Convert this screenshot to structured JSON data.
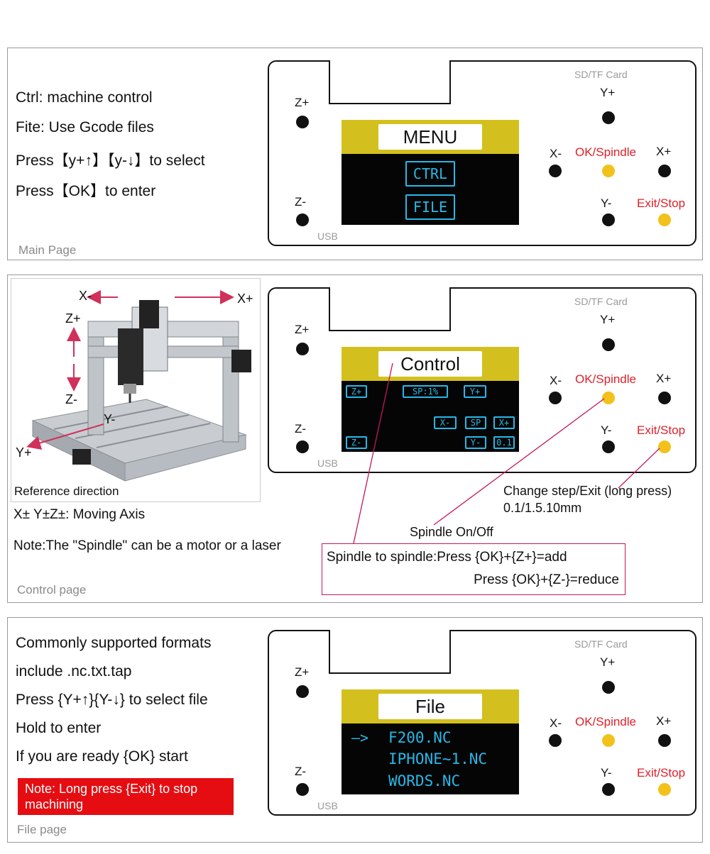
{
  "panel_labels": {
    "sd_card": "SD/TF Card",
    "usb": "USB",
    "z_plus": "Z+",
    "z_minus": "Z-",
    "y_plus": "Y+",
    "y_minus": "Y-",
    "x_plus": "X+",
    "x_minus": "X-",
    "ok_spindle": "OK/Spindle",
    "exit_stop": "Exit/Stop"
  },
  "main": {
    "label": "Main Page",
    "lines": [
      "Ctrl: machine control",
      "Fite: Use Gcode files",
      "Press【y+↑】【y-↓】to select",
      "Press【OK】to enter"
    ],
    "screen_title": "MENU",
    "buttons": [
      "CTRL",
      "FILE"
    ]
  },
  "control": {
    "label": "Control page",
    "photo_caption": "Reference direction",
    "axis_labels": {
      "x_minus": "X-",
      "x_plus": "X+",
      "z_plus": "Z+",
      "z_minus": "Z-",
      "y": "Y-",
      "y_plus": "Y+"
    },
    "moving_axis": "X± Y±Z±: Moving Axis",
    "note": "Note:The \"Spindle\" can be a motor or a laser",
    "screen_title": "Control",
    "screen_buttons": {
      "z_plus": "Z+",
      "sp_pct": "SP:1%",
      "y_plus": "Y+",
      "x_minus": "X-",
      "sp": "SP",
      "x_plus": "X+",
      "z_minus": "Z-",
      "y_minus": "Y-",
      "step": "0.1"
    },
    "annot_step": "Change step/Exit (long press)",
    "annot_step2": "0.1/1.5.10mm",
    "annot_spindle": "Spindle On/Off",
    "spindle_line1": "Spindle to spindle:Press {OK}+{Z+}=add",
    "spindle_line2": "Press {OK}+{Z-}=reduce"
  },
  "file": {
    "label": "File page",
    "lines": [
      "Commonly supported formats",
      "include .nc.txt.tap",
      "Press {Y+↑}{Y-↓} to select file",
      "Hold to enter",
      "If you are ready {OK} start"
    ],
    "note_line1": "Note: Long press {Exit} to stop",
    "note_line2": "machining",
    "screen_title": "File",
    "arrow": "—>",
    "files": [
      "F200.NC",
      "IPHONE~1.NC",
      "WORDS.NC"
    ]
  },
  "colors": {
    "accent_red": "#e0202a",
    "screen_bar": "#d3c01e",
    "screen_text": "#27b8e8",
    "button_yellow": "#f2c21b"
  }
}
